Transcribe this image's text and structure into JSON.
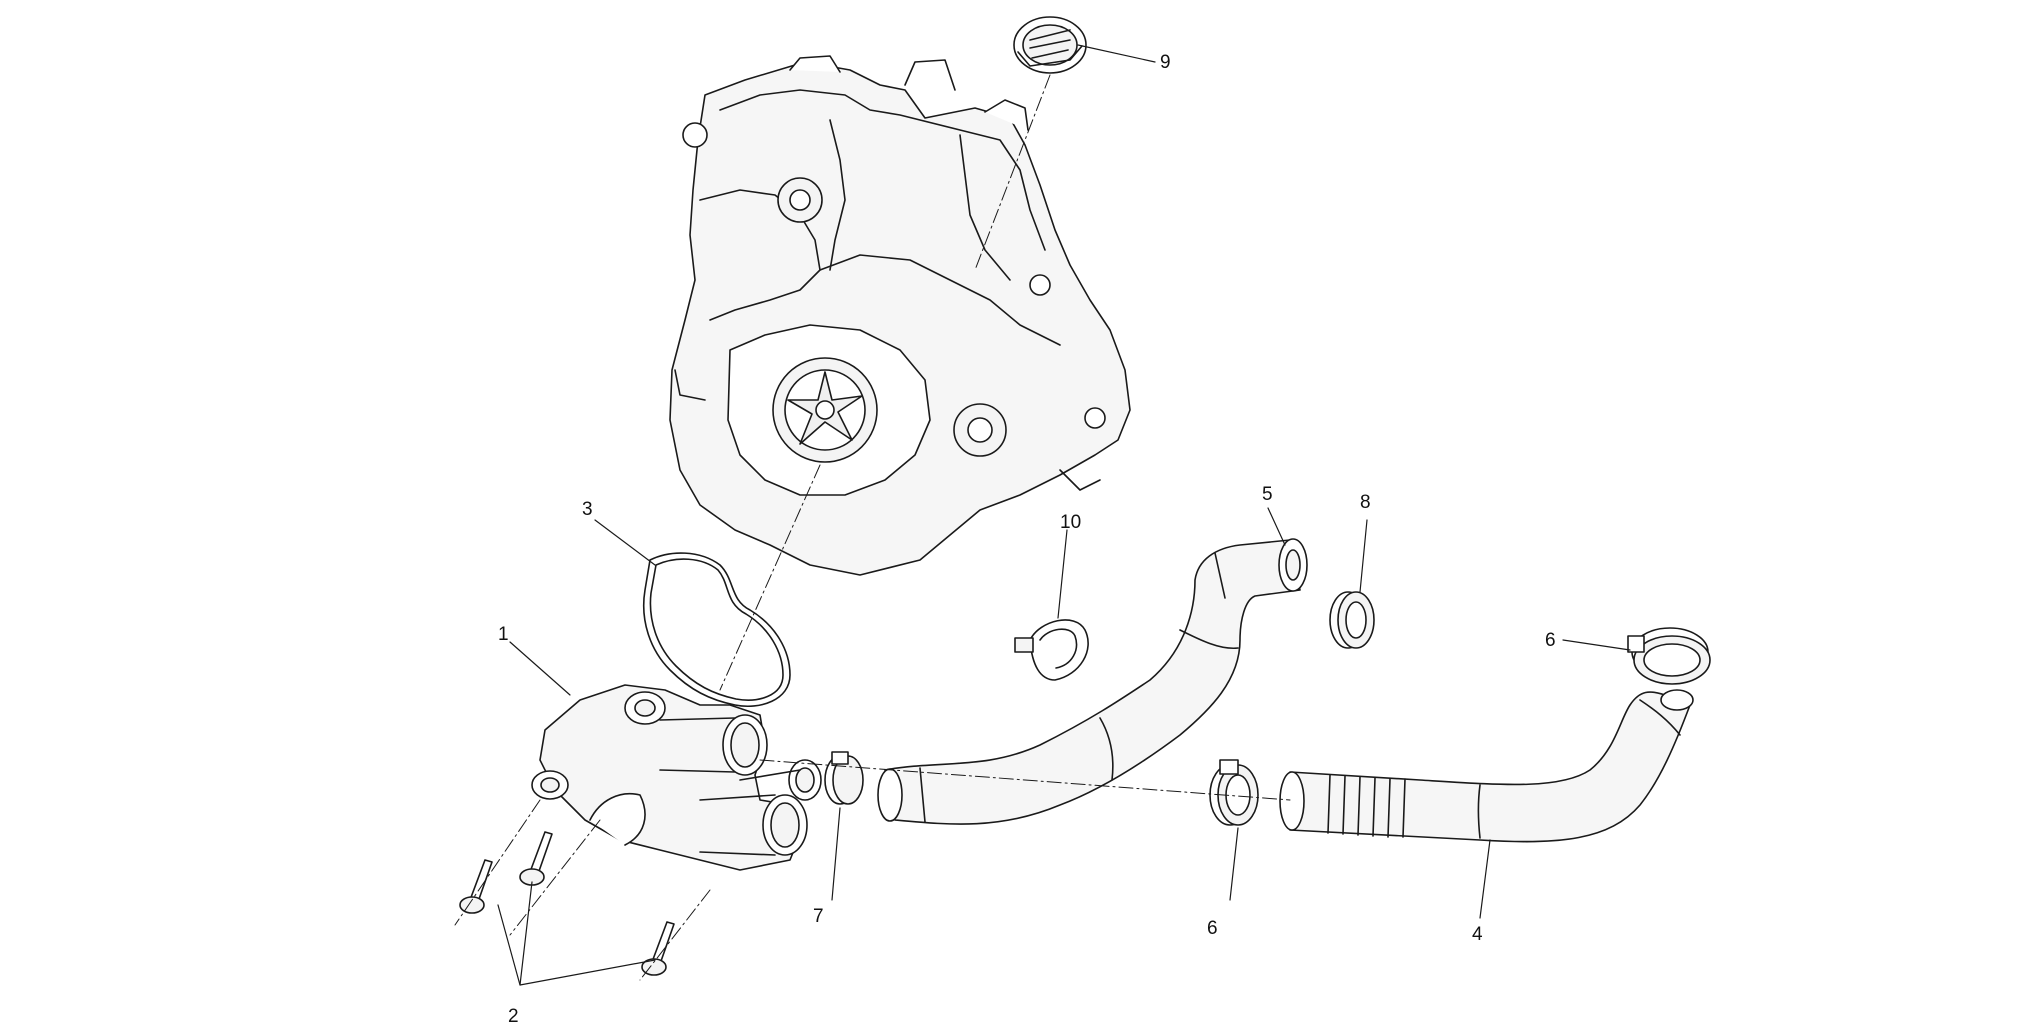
{
  "diagram": {
    "colors": {
      "line": "#1a1a1a",
      "fill": "#ffffff",
      "shade": "#f4f4f4"
    },
    "callouts": [
      {
        "id": "1",
        "label": "1"
      },
      {
        "id": "2",
        "label": "2"
      },
      {
        "id": "3",
        "label": "3"
      },
      {
        "id": "4",
        "label": "4"
      },
      {
        "id": "5",
        "label": "5"
      },
      {
        "id": "6a",
        "label": "6"
      },
      {
        "id": "6b",
        "label": "6"
      },
      {
        "id": "7",
        "label": "7"
      },
      {
        "id": "8",
        "label": "8"
      },
      {
        "id": "9",
        "label": "9"
      },
      {
        "id": "10",
        "label": "10"
      }
    ]
  }
}
